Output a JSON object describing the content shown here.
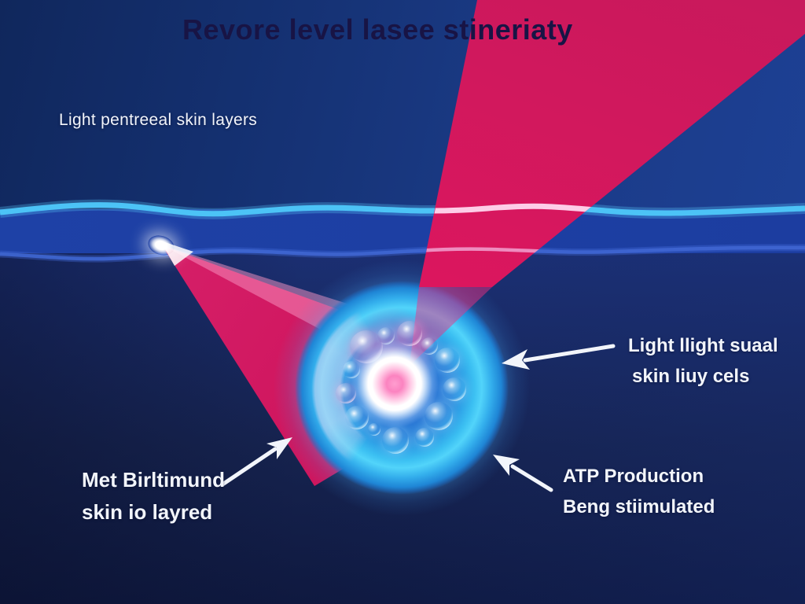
{
  "title": "Revore level lasee stineriaty",
  "labels": {
    "light_penetration": "Light pentreeal skin layers",
    "cell_right_line1": "Light llight suaal",
    "cell_right_line2": "skin liuy cels",
    "atp_line1": "ATP Production",
    "atp_line2": "Beng stiimulated",
    "met_line1": "Met Birltimund",
    "met_line2": "skin io layred"
  },
  "colors": {
    "background_navy": "#142c66",
    "background_dark_bottom": "#0f1940",
    "skin_band_blue": "#1e41a4",
    "epidermis_line_cyan": "#4fc6f7",
    "dermis_line_blue": "#3f66d2",
    "laser_beam_red": "#e0145f",
    "beam_crossing_highlight": "#ffd7ee",
    "cell_rim_cyan": "#3cc0f2",
    "cell_interior_blue": "#2b72d3",
    "membrane_arc_lavender": "#d4d4f2",
    "nucleus_pink": "#fb83c0",
    "nucleus_white": "#ffffff",
    "label_text": "#f2f5fb",
    "title_text": "#181445",
    "arrow_white": "#f2f5fb"
  }
}
